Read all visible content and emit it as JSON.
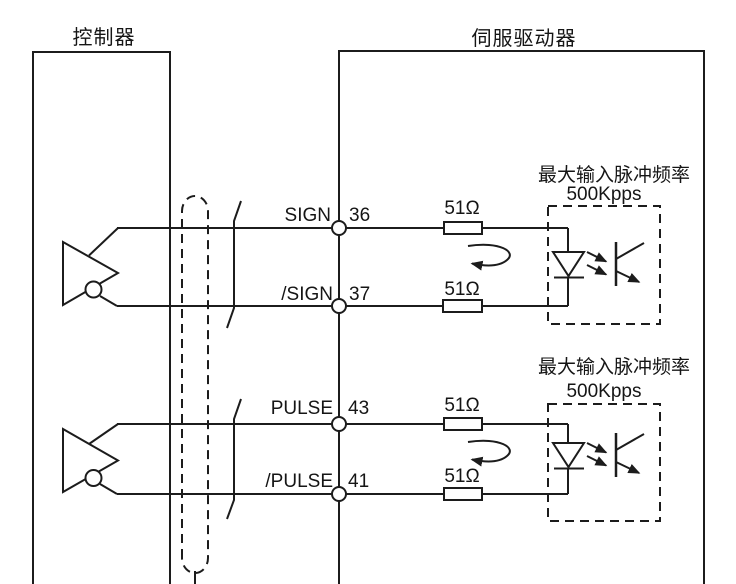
{
  "titles": {
    "controller": "控制器",
    "servo_driver": "伺服驱动器"
  },
  "pairs": [
    {
      "note_line1": "最大输入脉冲频率",
      "note_line2": "500Kpps",
      "channels": [
        {
          "signal": "SIGN",
          "pin": "36",
          "resistor": "51Ω"
        },
        {
          "signal": "/SIGN",
          "pin": "37",
          "resistor": "51Ω"
        }
      ]
    },
    {
      "note_line1": "最大输入脉冲频率",
      "note_line2": "500Kpps",
      "channels": [
        {
          "signal": "PULSE",
          "pin": "43",
          "resistor": "51Ω"
        },
        {
          "signal": "/PULSE",
          "pin": "41",
          "resistor": "51Ω"
        }
      ]
    }
  ],
  "colors": {
    "line": "#1c1c1c",
    "background": "#ffffff",
    "text": "#151515"
  }
}
